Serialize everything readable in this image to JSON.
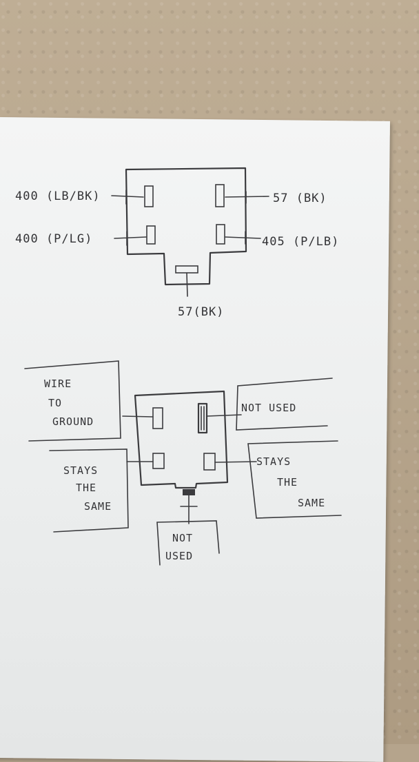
{
  "diagram_top": {
    "label_top_left": "400 (LB/BK)",
    "label_bottom_left": "400 (P/LG)",
    "label_top_right": "57 (BK)",
    "label_bottom_right": "405 (P/LB)",
    "label_bottom_center": "57(BK)"
  },
  "diagram_bottom": {
    "box_left_top": {
      "line1": "WIRE",
      "line2": "TO",
      "line3": "GROUND"
    },
    "box_left_bottom": {
      "line1": "STAYS",
      "line2": "THE",
      "line3": "SAME"
    },
    "box_right_top": {
      "line1": "NOT USED"
    },
    "box_right_bottom": {
      "line1": "STAYS",
      "line2": "THE",
      "line3": "SAME"
    },
    "box_bottom_center": {
      "line1": "NOT",
      "line2": "USED"
    }
  }
}
